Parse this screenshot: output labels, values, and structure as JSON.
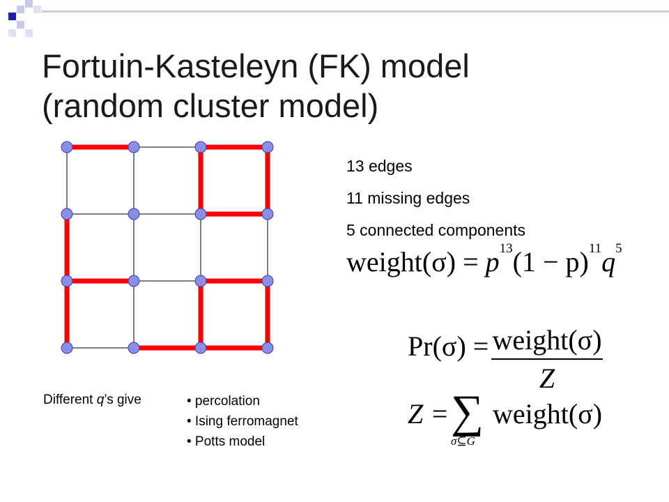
{
  "slide": {
    "title_line1": "Fortuin-Kasteleyn (FK) model",
    "title_line2": "(random cluster model)",
    "accent_color": "#1f1fa8",
    "edge_color": "#ff0000",
    "node_fill": "#8b8ee6"
  },
  "facts": {
    "edges": "13 edges",
    "missing": "11 missing edges",
    "components": "5 connected components"
  },
  "formula_weight": {
    "lhs": "weight(σ) = ",
    "p": "p",
    "exp_p": "13",
    "mid": "(1 − p)",
    "exp_mid": "11",
    "q": "q",
    "exp_q": "5"
  },
  "formula_pr": {
    "lhs": "Pr(σ) =",
    "numerator": "weight(σ)",
    "denominator": "Z"
  },
  "formula_z": {
    "lhs": "Z =",
    "sum": "∑",
    "subscript": "σ⊆G",
    "body": "weight(σ)"
  },
  "notes": {
    "lead_plain": "Different ",
    "lead_q": "q",
    "lead_rest": "’s give",
    "bullets": [
      "• percolation",
      "• Ising ferromagnet",
      "• Potts model"
    ]
  },
  "grid": {
    "rows": 4,
    "cols": 4,
    "selected_horizontal": [
      [
        0,
        0
      ],
      [
        0,
        2
      ],
      [
        1,
        2
      ],
      [
        2,
        0
      ],
      [
        2,
        2
      ],
      [
        3,
        1
      ],
      [
        3,
        2
      ]
    ],
    "selected_vertical": [
      [
        1,
        0
      ],
      [
        2,
        0
      ],
      [
        0,
        2
      ],
      [
        0,
        3
      ],
      [
        2,
        2
      ],
      [
        2,
        3
      ]
    ]
  }
}
